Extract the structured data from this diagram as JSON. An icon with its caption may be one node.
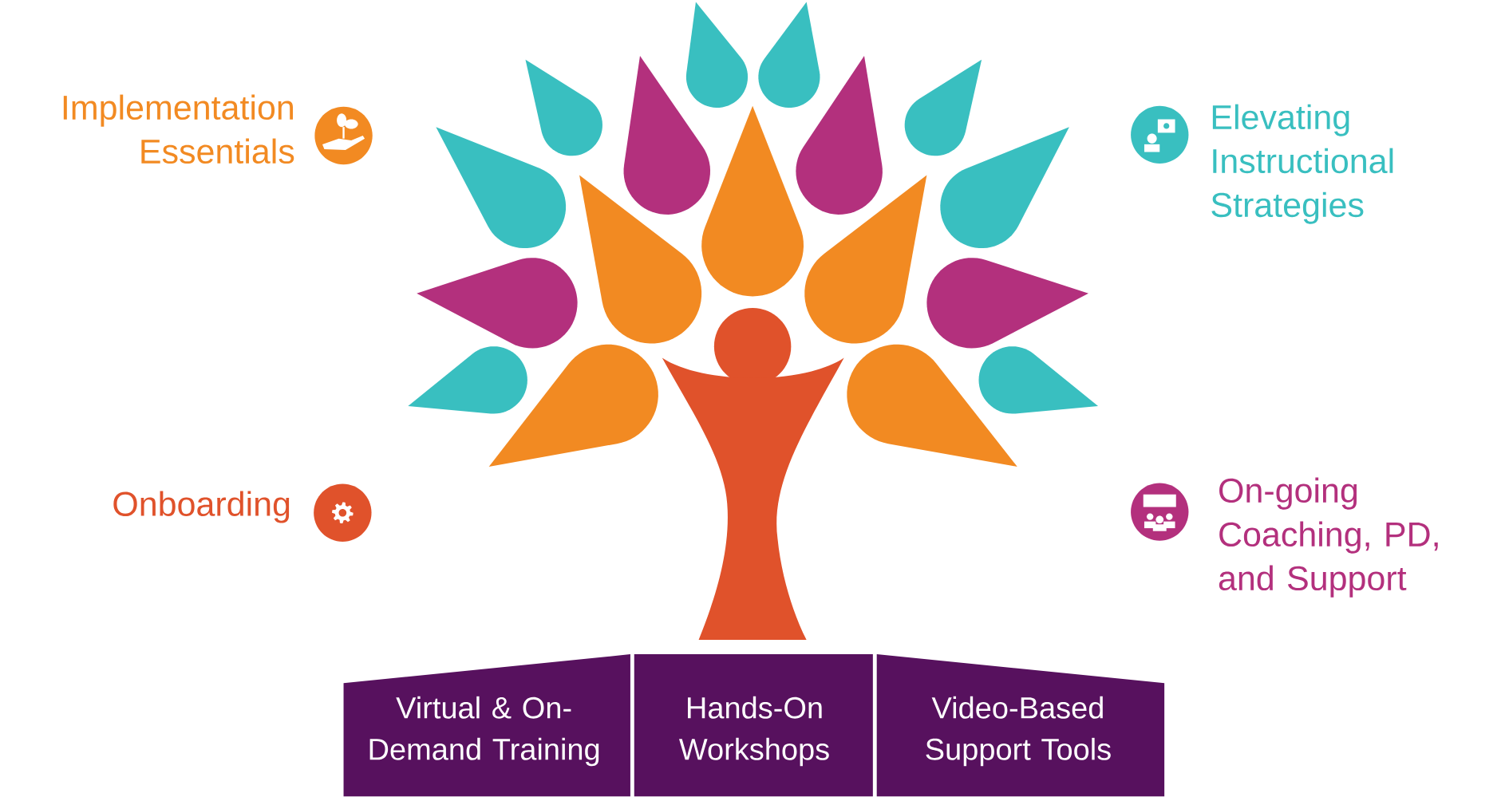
{
  "diagram": {
    "nodes": [
      {
        "text": [
          "Virtual & On-Demand Training"
        ]
      },
      {
        "text": [
          "Hands-On Workshops"
        ]
      },
      {
        "text": [
          "Video-Based Support Tools"
        ]
      }
    ],
    "labels": [
      "Implementation Essentials",
      "Elevating Instructional Strategies",
      "Onboarding",
      "On-going Coaching, PD, and Support"
    ]
  }
}
